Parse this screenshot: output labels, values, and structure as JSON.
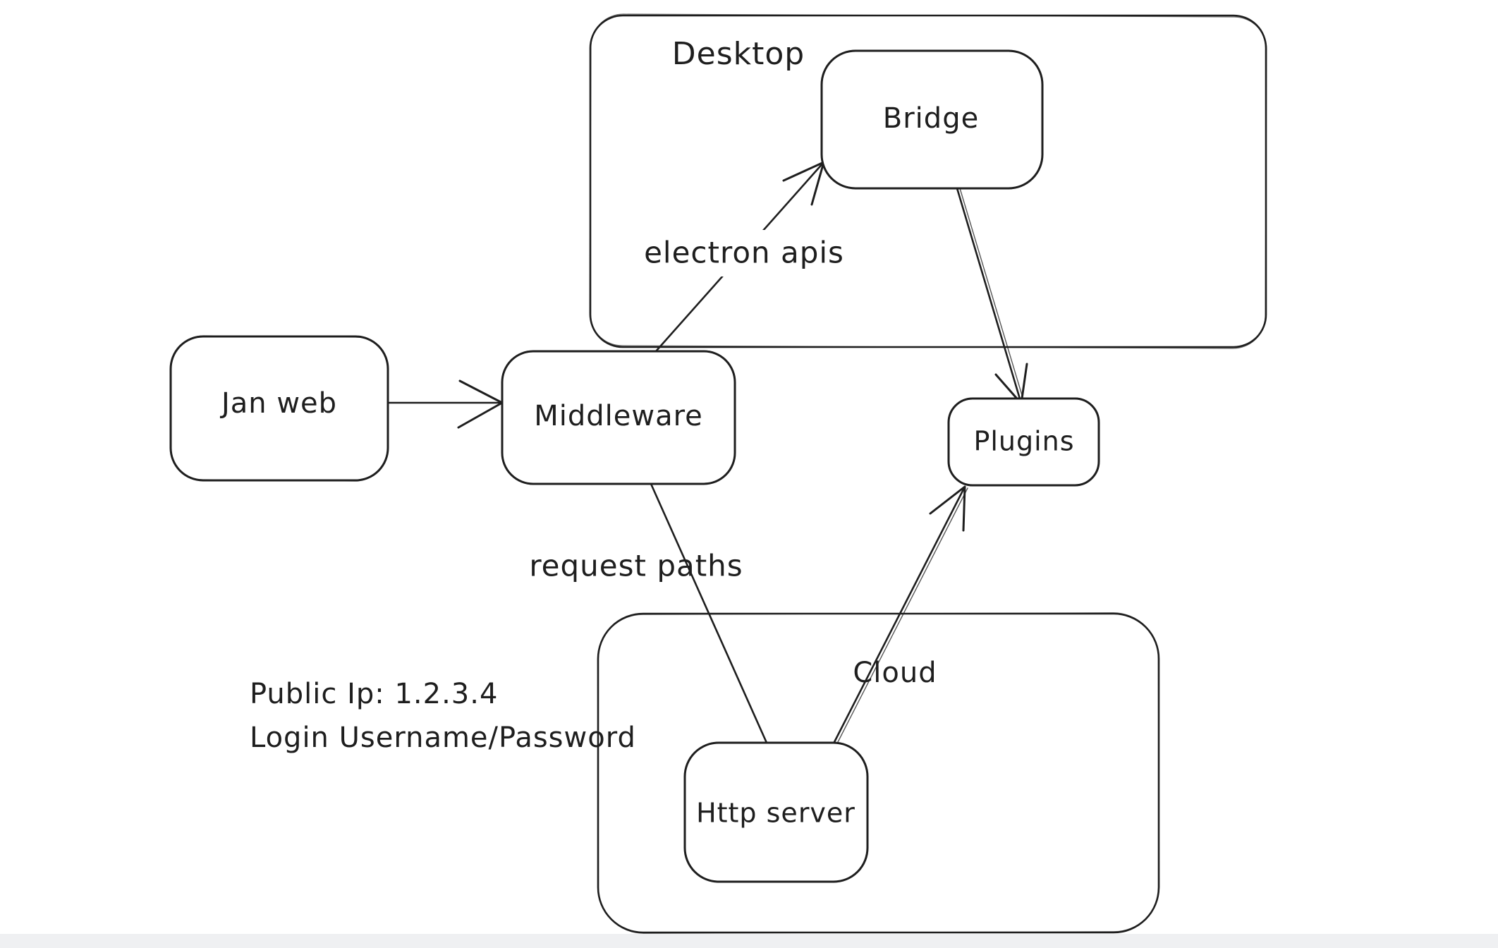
{
  "diagram": {
    "colors": {
      "canvas_bg": "#ffffff",
      "stroke": "#1e1e1e",
      "bottom_strip": "#eff0f2"
    },
    "containers": [
      {
        "id": "desktop",
        "label": "Desktop"
      },
      {
        "id": "cloud",
        "label": "Cloud"
      }
    ],
    "nodes": [
      {
        "id": "jan-web",
        "label": "Jan web"
      },
      {
        "id": "middleware",
        "label": "Middleware"
      },
      {
        "id": "bridge",
        "label": "Bridge"
      },
      {
        "id": "plugins",
        "label": "Plugins"
      },
      {
        "id": "http-server",
        "label": "Http server"
      }
    ],
    "edges": [
      {
        "id": "janweb-to-middleware",
        "from": "jan-web",
        "to": "middleware",
        "label": ""
      },
      {
        "id": "middleware-to-bridge",
        "from": "middleware",
        "to": "bridge",
        "label": "electron apis"
      },
      {
        "id": "bridge-to-plugins",
        "from": "bridge",
        "to": "plugins",
        "label": ""
      },
      {
        "id": "middleware-to-httpserver",
        "from": "middleware",
        "to": "http-server",
        "label": "request paths"
      },
      {
        "id": "httpserver-to-plugins",
        "from": "http-server",
        "to": "plugins",
        "label": ""
      }
    ],
    "annotations": {
      "public_ip": "Public Ip: 1.2.3.4",
      "login": "Login Username/Password"
    }
  }
}
